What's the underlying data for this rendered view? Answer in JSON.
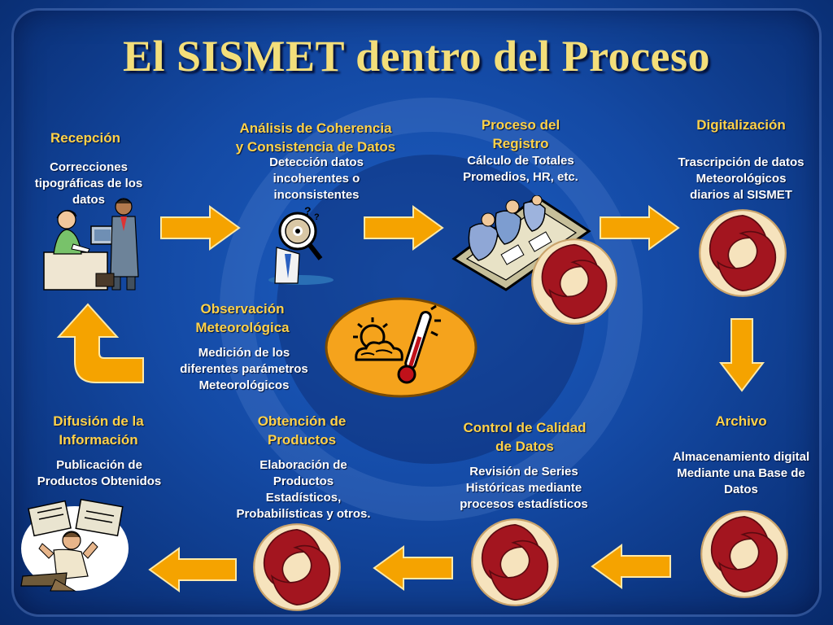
{
  "title": "El SISMET dentro del Proceso",
  "colors": {
    "accent_yellow": "#ffd24a",
    "arrow_orange": "#f5a300",
    "logo_red": "#a3151f",
    "background_blue": "#144aa5"
  },
  "nodes": {
    "recepcion": {
      "heading": "Recepción",
      "desc": [
        "Correcciones",
        "tipográficas de los",
        "datos"
      ]
    },
    "analisis": {
      "heading": [
        "Análisis de Coherencia",
        "y Consistencia de Datos"
      ],
      "desc": [
        "Detección datos",
        "incoherentes o",
        "inconsistentes"
      ]
    },
    "proceso": {
      "heading": [
        "Proceso del",
        "Registro"
      ],
      "desc": [
        "Cálculo de Totales",
        "Promedios, HR, etc."
      ]
    },
    "digitalizacion": {
      "heading": "Digitalización",
      "desc": [
        "Trascripción de datos",
        "Meteorológicos",
        "diarios al SISMET"
      ]
    },
    "observacion": {
      "heading": [
        "Observación",
        "Meteorológica"
      ],
      "desc": [
        "Medición de los",
        "diferentes parámetros",
        "Meteorológicos"
      ]
    },
    "archivo": {
      "heading": "Archivo",
      "desc": [
        "Almacenamiento digital",
        "Mediante una Base de",
        "Datos"
      ]
    },
    "control": {
      "heading": [
        "Control de Calidad",
        "de Datos"
      ],
      "desc": [
        "Revisión de Series",
        "Históricas mediante",
        "procesos estadísticos"
      ]
    },
    "obtencion": {
      "heading": [
        "Obtención de",
        "Productos"
      ],
      "desc": [
        "Elaboración de",
        "Productos",
        "Estadísticos,",
        "Probabilísticas y otros."
      ]
    },
    "difusion": {
      "heading": [
        "Difusión de la",
        "Información"
      ],
      "desc": [
        "Publicación de",
        "Productos Obtenidos"
      ]
    }
  },
  "icons": {
    "recepcion": "office-reception-clipart-icon",
    "analisis": "magnifying-glass-person-icon",
    "proceso": "team-meeting-table-icon",
    "observacion": "weather-thermometer-icon",
    "difusion": "newspaper-reader-icon",
    "logo": "sismet-swirl-logo-icon"
  }
}
